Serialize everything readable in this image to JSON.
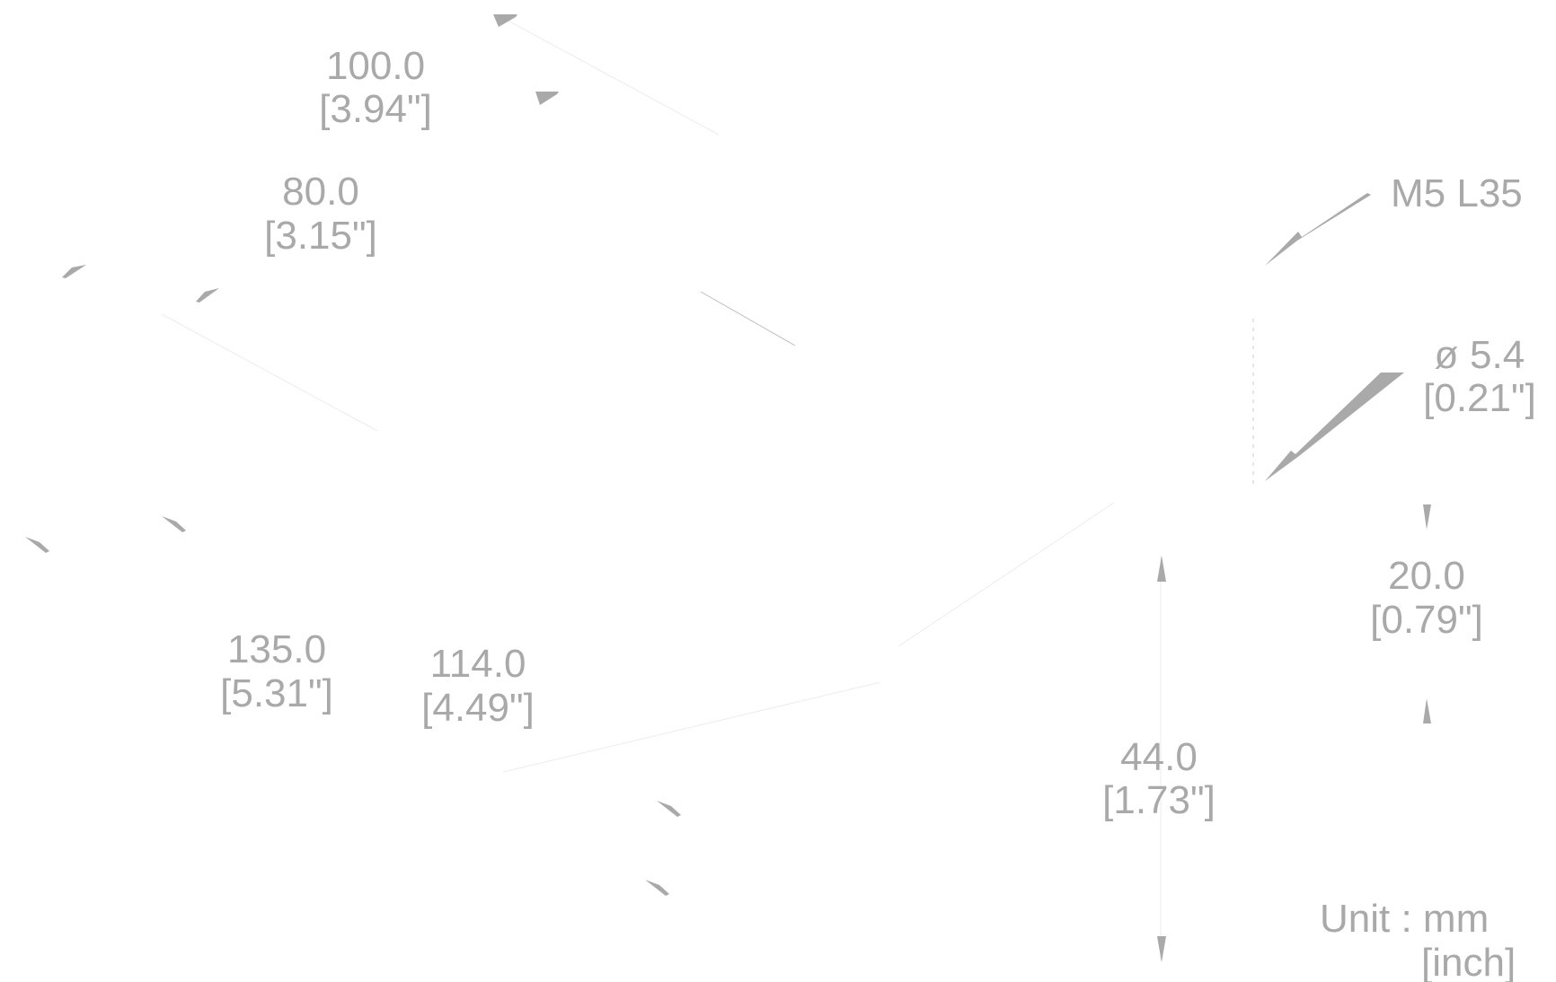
{
  "colors": {
    "annotation": "#a9a9a9",
    "background": "#ffffff"
  },
  "dimensions": {
    "width_100": {
      "mm": "100.0",
      "inch": "[3.94\"]"
    },
    "width_80": {
      "mm": "80.0",
      "inch": "[3.15\"]"
    },
    "depth_135": {
      "mm": "135.0",
      "inch": "[5.31\"]"
    },
    "depth_114": {
      "mm": "114.0",
      "inch": "[4.49\"]"
    },
    "height_44": {
      "mm": "44.0",
      "inch": "[1.73\"]"
    },
    "height_20": {
      "mm": "20.0",
      "inch": "[0.79\"]"
    }
  },
  "screw": {
    "label": "M5 L35"
  },
  "hole": {
    "symbol": "ø",
    "value": "5.4",
    "inch": "[0.21\"]"
  },
  "unit_note": {
    "line1": "Unit : mm",
    "line2": "[inch]"
  }
}
